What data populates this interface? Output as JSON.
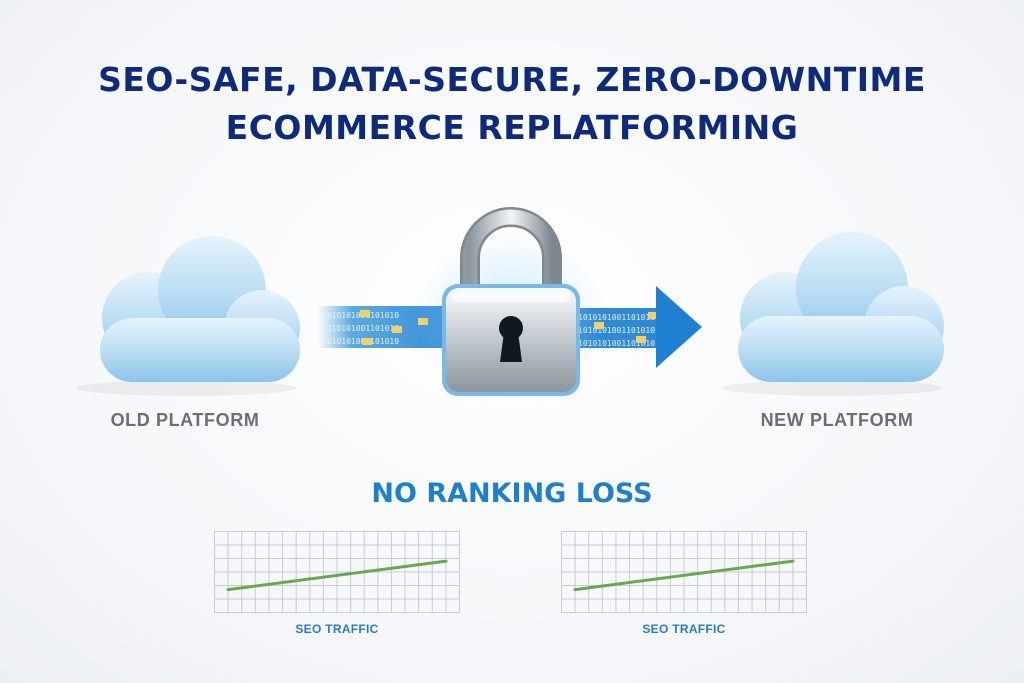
{
  "header": {
    "title_line_1": "SEO-SAFE, DATA-SECURE, ZERO-DOWNTIME",
    "title_line_2": "ECOMMERCE REPLATFORMING"
  },
  "migration": {
    "source_label": "OLD PLATFORM",
    "target_label": "NEW PLATFORM",
    "stream_text": "1010101001101010",
    "icons": [
      "cloud-icon",
      "padlock-icon",
      "keyhole-icon",
      "arrow-right-icon"
    ]
  },
  "seo": {
    "heading": "NO RANKING LOSS",
    "line_color": "#6aa850",
    "accent": "#1f7fc8",
    "title_color": "#0f2a78"
  },
  "chart_data": [
    {
      "type": "line",
      "title": "SEO TRAFFIC",
      "x": [
        0,
        1
      ],
      "series": [
        {
          "name": "SEO TRAFFIC",
          "values": [
            0.28,
            0.74
          ]
        }
      ],
      "xlim": [
        0,
        1
      ],
      "ylim": [
        0,
        1
      ],
      "grid": true
    },
    {
      "type": "line",
      "title": "SEO TRAFFIC",
      "x": [
        0,
        1
      ],
      "series": [
        {
          "name": "SEO TRAFFIC",
          "values": [
            0.28,
            0.74
          ]
        }
      ],
      "xlim": [
        0,
        1
      ],
      "ylim": [
        0,
        1
      ],
      "grid": true
    }
  ]
}
